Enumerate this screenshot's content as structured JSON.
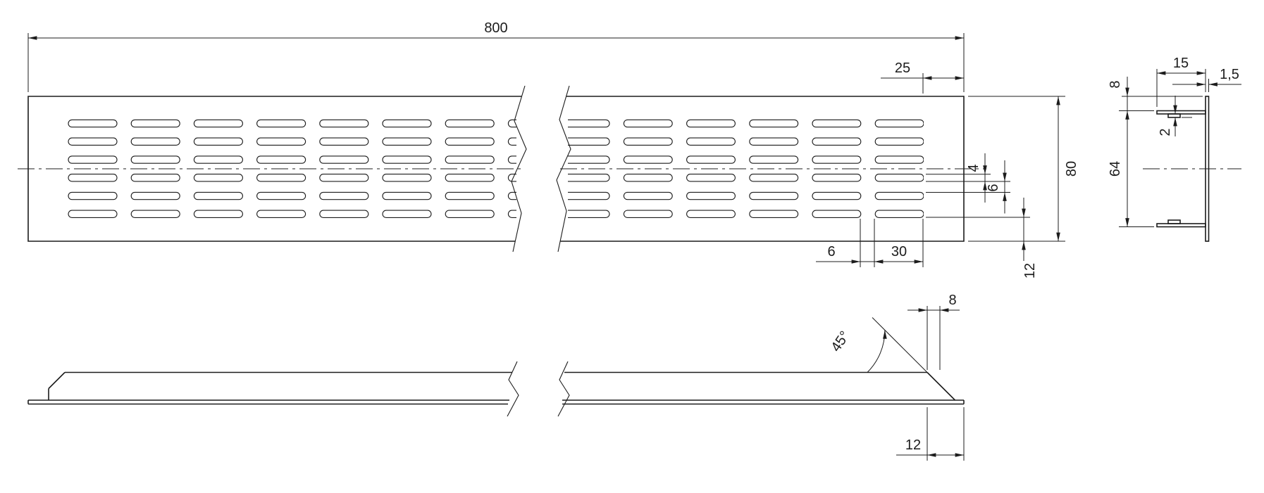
{
  "views": {
    "top": {
      "dims": {
        "overall_length": "800",
        "end_margin": "25",
        "overall_height": "80",
        "slot_height": "4",
        "row_gap": "6",
        "slot_gap": "6",
        "slot_length": "30",
        "edge_offset": "12"
      }
    },
    "end": {
      "dims": {
        "flange_width": "15",
        "thickness": "1,5",
        "face_offset": "8",
        "lip_height": "2",
        "inner_height": "64"
      }
    },
    "side": {
      "dims": {
        "chamfer_angle": "45°",
        "end_offset": "8",
        "end_length": "12"
      }
    }
  },
  "colors": {
    "line": "#1c1c1c",
    "background": "#ffffff"
  }
}
